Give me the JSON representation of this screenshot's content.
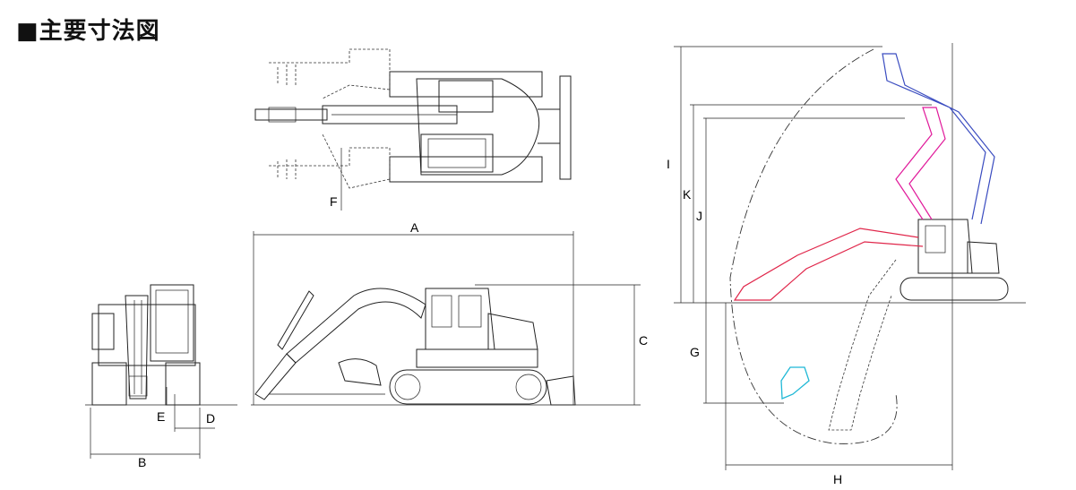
{
  "heading": "■主要寸法図",
  "dimension_labels": {
    "A": "A",
    "B": "B",
    "C": "C",
    "D": "D",
    "E": "E",
    "F": "F",
    "G": "G",
    "H": "H",
    "I": "I",
    "J": "J",
    "K": "K"
  },
  "colors": {
    "outline": "#222222",
    "reach_max_blue": "#3a4cc0",
    "reach_mid_magenta": "#e0199a",
    "reach_low_red": "#e0264a",
    "bucket_cyan": "#1fb8d6"
  }
}
